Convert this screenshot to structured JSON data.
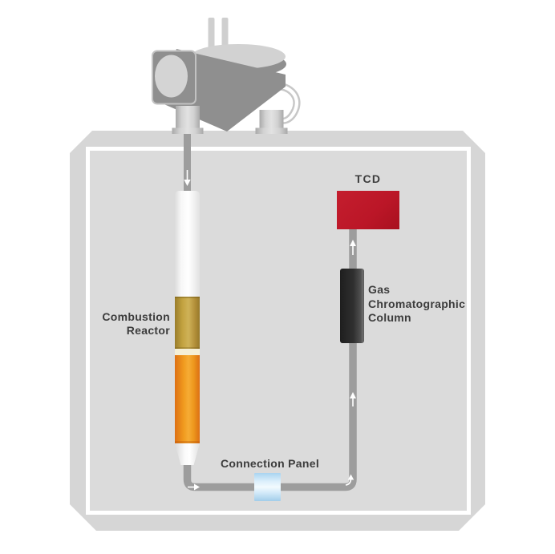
{
  "diagram": {
    "labels": {
      "tcd": "TCD",
      "gc_column": "Gas\nChromatographic\nColumn",
      "combustion_reactor": "Combustion\nReactor",
      "connection_panel": "Connection Panel"
    },
    "colors": {
      "tcd_detector_red": "#bb1627",
      "gc_column_black": "#2f2f2f",
      "reactor_gold": "#c2a23f",
      "reactor_separator_cream": "#f5efd6",
      "reactor_orange": "#f09a1e",
      "connection_panel_blue": "#bfe0f5",
      "tubing_gray": "#9d9d9d",
      "oven_housing_gray": "#d6d6d6",
      "oven_interior_gray": "#dbdbdb",
      "injector_gray": "#8f8f8f",
      "label_text": "#3c3c3c"
    },
    "flow_icons": [
      "arrow-down-into-reactor-icon",
      "arrow-right-bottom-tube-icon",
      "arrow-up-right-elbow-icon",
      "arrow-up-into-column-icon",
      "arrow-up-into-tcd-icon"
    ]
  }
}
